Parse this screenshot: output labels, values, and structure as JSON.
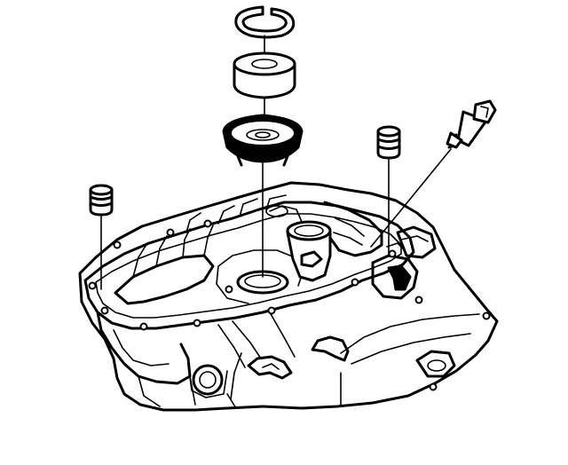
{
  "figure": {
    "type": "exploded-assembly-line-drawing",
    "components": [
      "snap-ring",
      "bearing",
      "seal-cover",
      "dowel-pin-left",
      "dowel-pin-right",
      "bolt",
      "transmission-case"
    ],
    "colors": {
      "ink": "#000000",
      "paper": "#ffffff"
    }
  }
}
